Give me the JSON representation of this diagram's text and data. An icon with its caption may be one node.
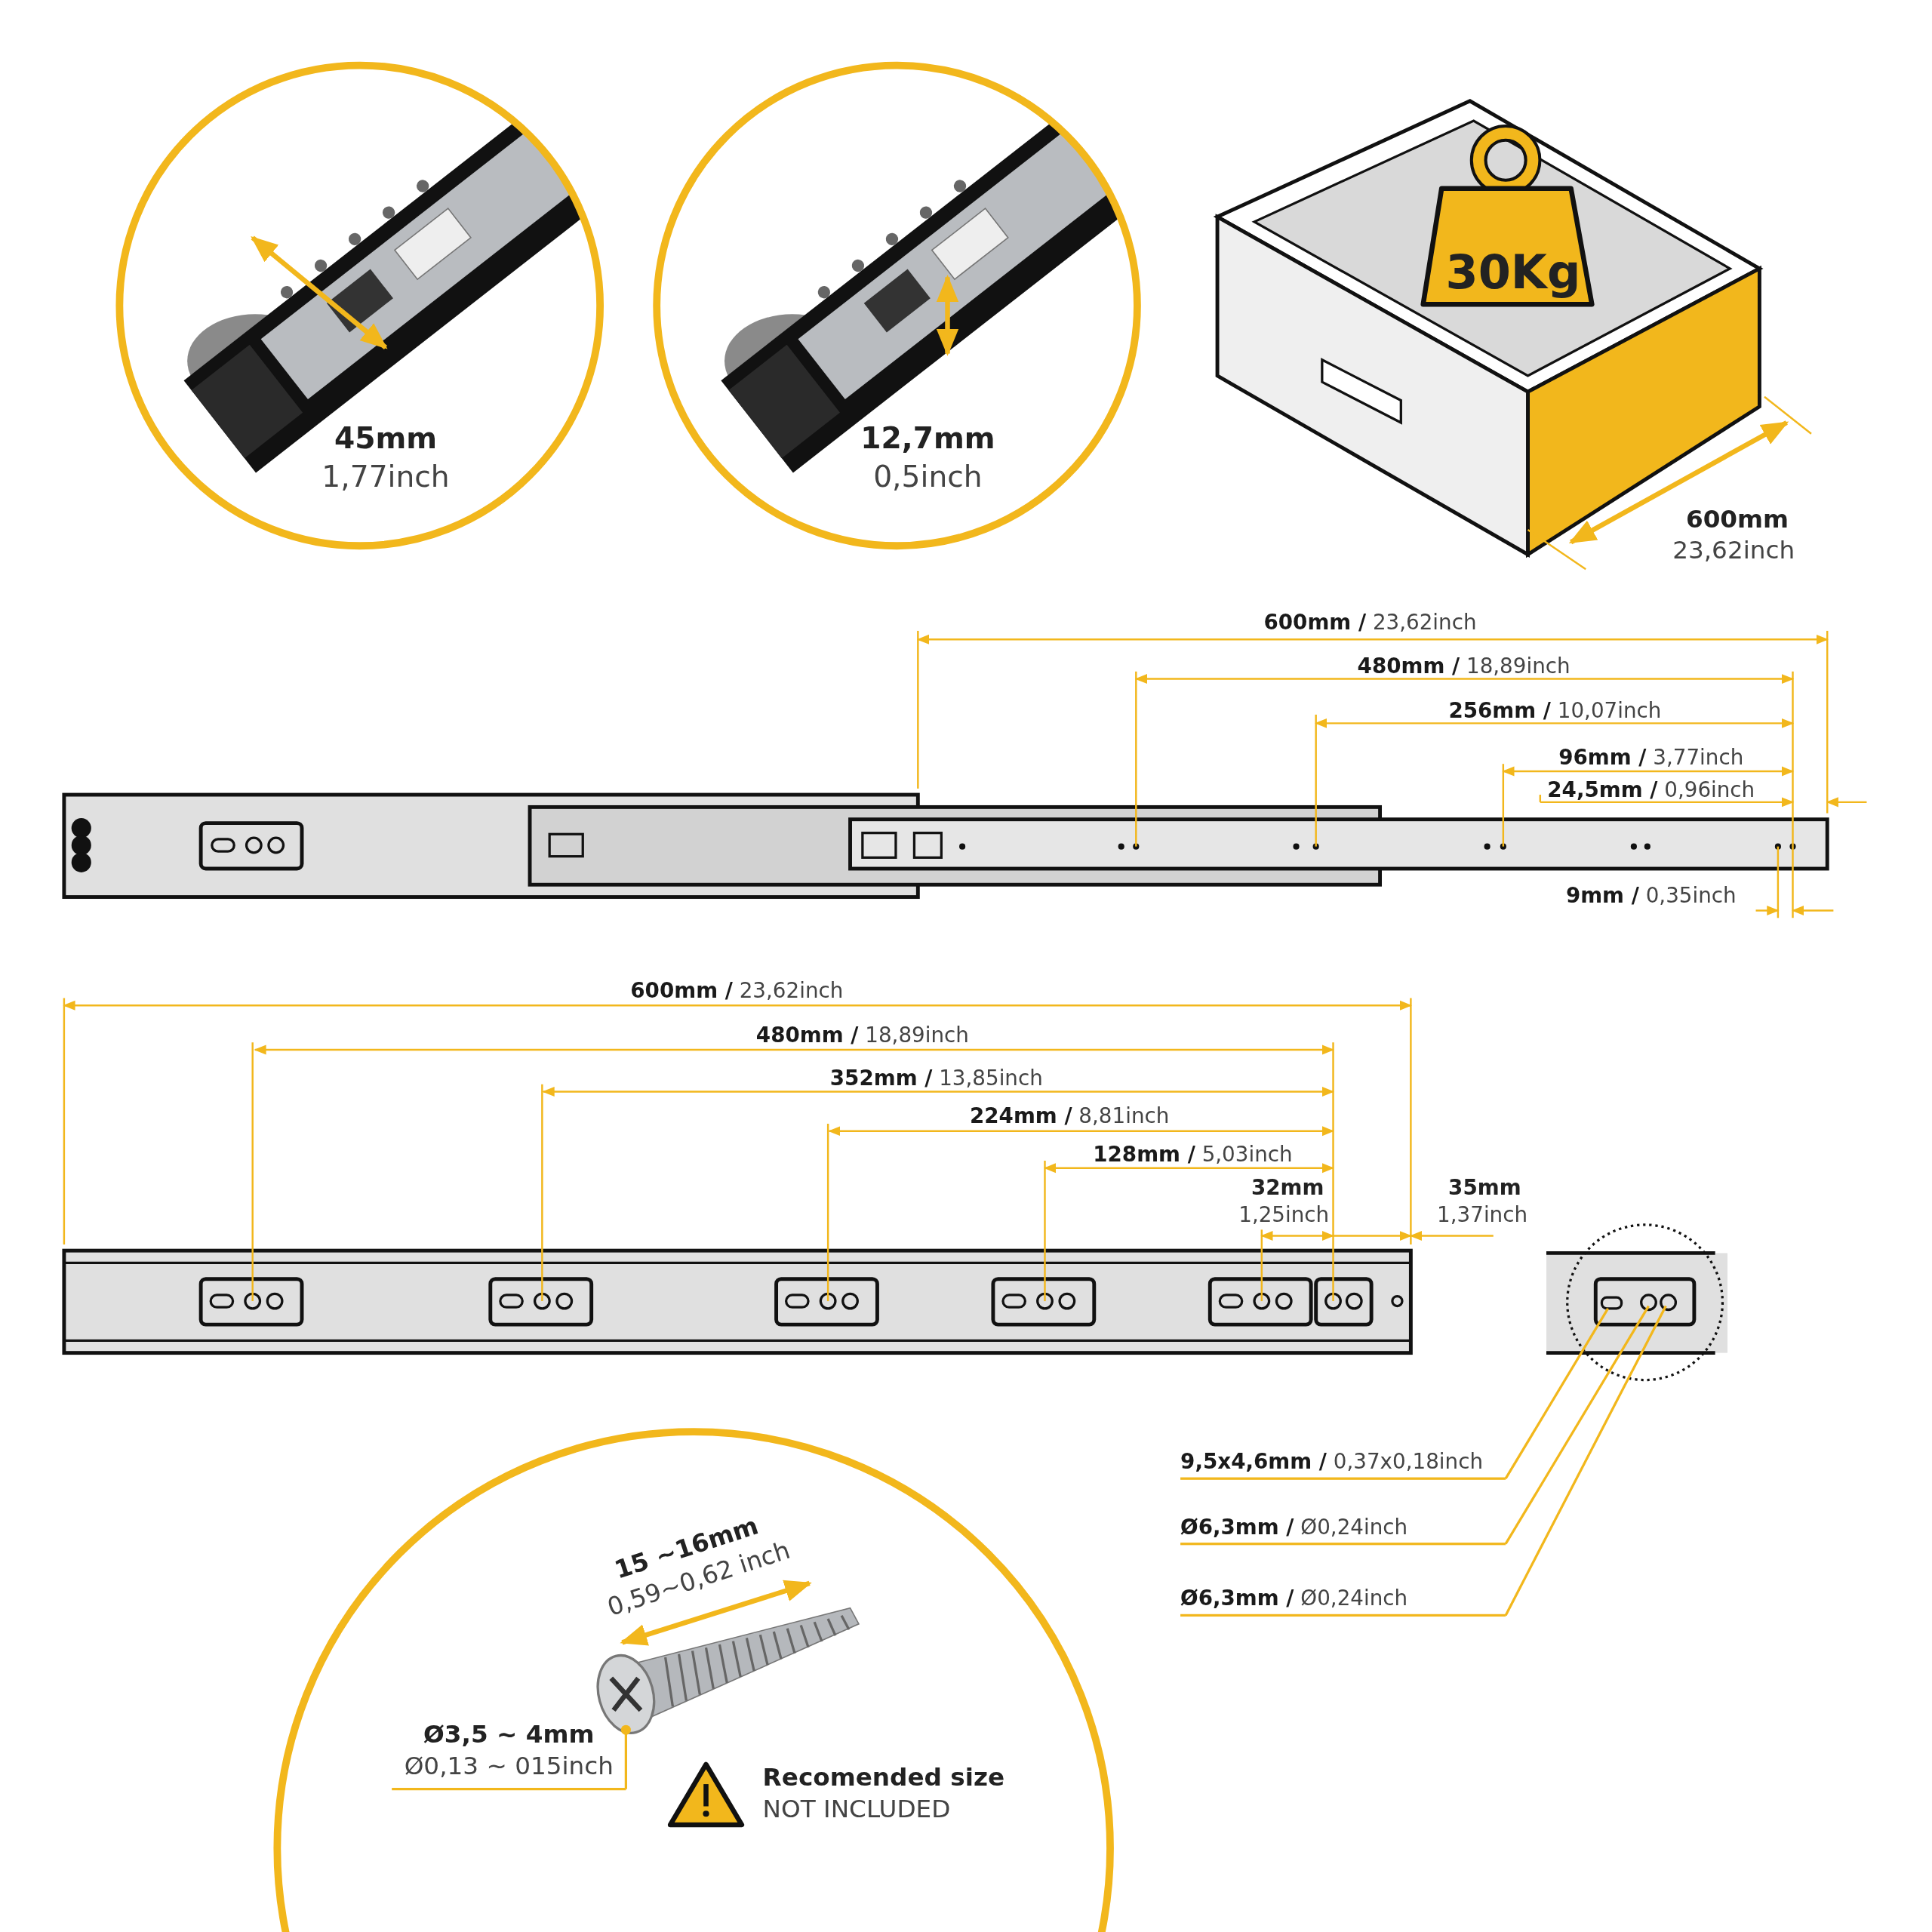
{
  "diagram": {
    "nodes": [
      {
        "text": [
          "**9,5x4,6mm /** 0,37x0,18inch"
        ]
      },
      {
        "text": [
          "**Ø6,3mm /** Ø0,24inch"
        ]
      },
      {
        "text": [
          "**Ø6,3mm /** Ø0,24inch"
        ]
      },
      {
        "text": [
          "Ø3,5 ~ 4mm",
          "Ø0,13 ~ 015inch"
        ]
      }
    ],
    "edges": [
      {
        "from": 0,
        "to": null,
        "arrow": "none"
      },
      {
        "from": 1,
        "to": null,
        "arrow": "none"
      },
      {
        "from": 2,
        "to": null,
        "arrow": "none"
      },
      {
        "from": 3,
        "to": null,
        "arrow": "other"
      }
    ],
    "labels": [
      "45mm",
      "1,77inch",
      "12,7mm",
      "0,5inch",
      "30Kg",
      "600mm",
      "23,62inch",
      "**600mm /** 23,62inch",
      "**480mm /** 18,89inch",
      "**256mm /** 10,07inch",
      "**96mm /** 3,77inch",
      "**24,5mm /** 0,96inch",
      "**9mm /** 0,35inch",
      "**600mm /** 23,62inch",
      "**480mm /** 18,89inch",
      "**352mm /** 13,85inch",
      "**224mm /** 8,81inch",
      "**128mm /** 5,03inch",
      "32mm",
      "1,25inch",
      "35mm",
      "1,37inch",
      "15 ~16mm",
      "0,59~0,62 inch",
      "Recomended size",
      "NOT INCLUDED"
    ]
  }
}
